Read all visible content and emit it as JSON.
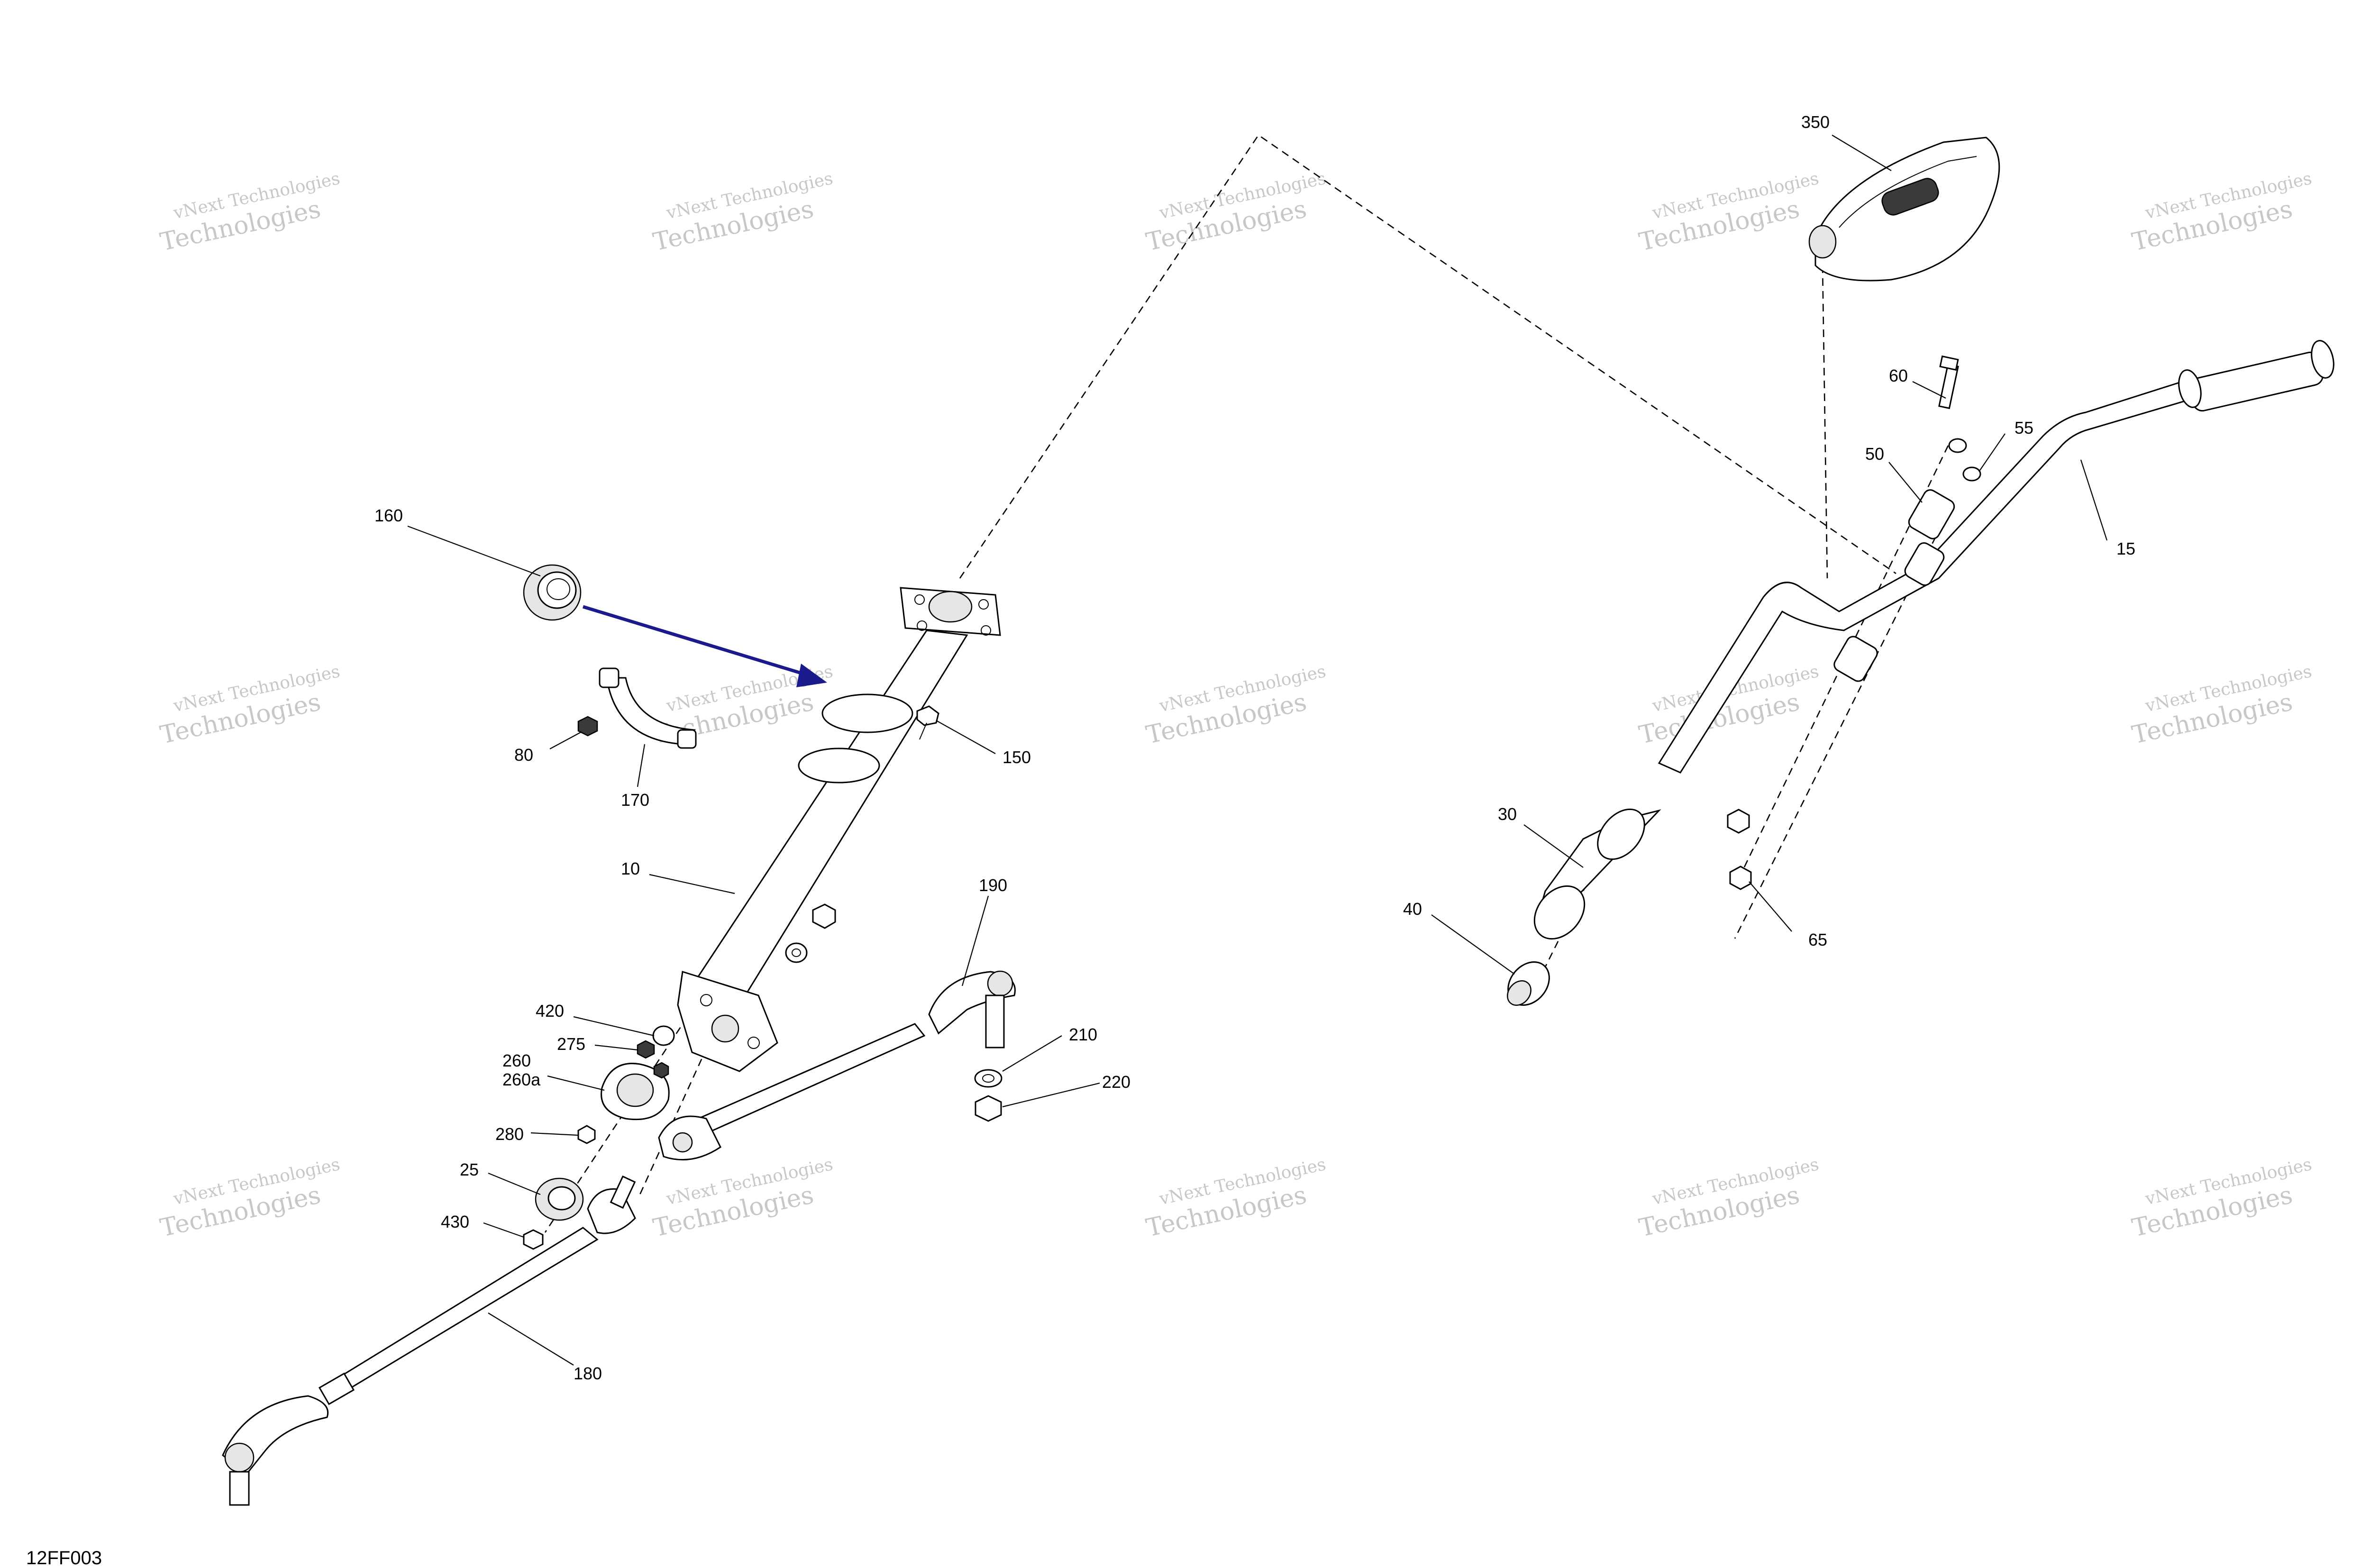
{
  "diagram_code": "12FF003",
  "watermark": {
    "line1": "vNext Technologies",
    "line2": "Technologies"
  },
  "callouts": {
    "c10": "10",
    "c15": "15",
    "c25": "25",
    "c30": "30",
    "c40": "40",
    "c50": "50",
    "c55": "55",
    "c60": "60",
    "c65": "65",
    "c80": "80",
    "c150": "150",
    "c160": "160",
    "c170": "170",
    "c180": "180",
    "c190": "190",
    "c210": "210",
    "c220": "220",
    "c260": "260",
    "c260a": "260a",
    "c275": "275",
    "c280": "280",
    "c350": "350",
    "c420": "420",
    "c430": "430"
  },
  "colors": {
    "arrow": "#1a1a8c",
    "line": "#000000",
    "watermark": "#9a9a9a"
  }
}
